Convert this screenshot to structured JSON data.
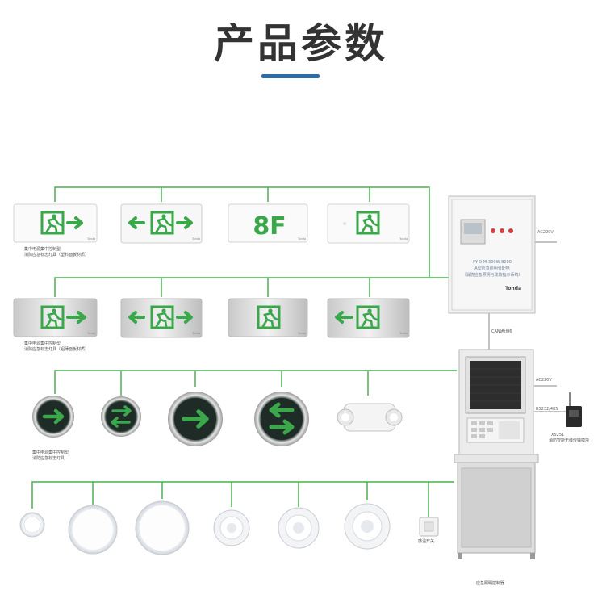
{
  "title": "产品参数",
  "colors": {
    "line": "#4caf50",
    "accent": "#2b6ea8",
    "sign_green": "#3aa84a",
    "title": "#333333"
  },
  "row1": {
    "signs": [
      {
        "content": "running-man-right-arrow"
      },
      {
        "content": "left-arrow-running-man-right-arrow"
      },
      {
        "content": "8F"
      },
      {
        "content": "running-man"
      }
    ],
    "caption_line1": "集中电源集中控制型",
    "caption_line2": "消防应急标志灯具（塑料面板材质）"
  },
  "row2": {
    "signs": [
      {
        "content": "running-man-right-arrow"
      },
      {
        "content": "left-arrow-running-man-right-arrow"
      },
      {
        "content": "running-man"
      },
      {
        "content": "left-arrow-running-man"
      }
    ],
    "caption_line1": "集中电源集中控制型",
    "caption_line2": "消防应急标志灯具（铝薄面板材质）"
  },
  "row3": {
    "caption_line1": "集中电源集中控制型",
    "caption_line2": "消防应急标志灯具"
  },
  "row4": {
    "sensor_label": "感温开关"
  },
  "power_box": {
    "ac_label": "AC220V",
    "brand": "Tonda",
    "text_line1": "FY-D-M-300W-8200",
    "text_line2": "A型应急照明分配电",
    "text_line3": "（消防应急照明与疏散指示系统）"
  },
  "can_label": "CAN通讯线",
  "controller": {
    "ac_label": "AC220V",
    "rs_label": "RS232/485",
    "module_line1": "TX5251",
    "module_line2": "消防智能无线传输模块",
    "caption": "应急照明控制器"
  }
}
